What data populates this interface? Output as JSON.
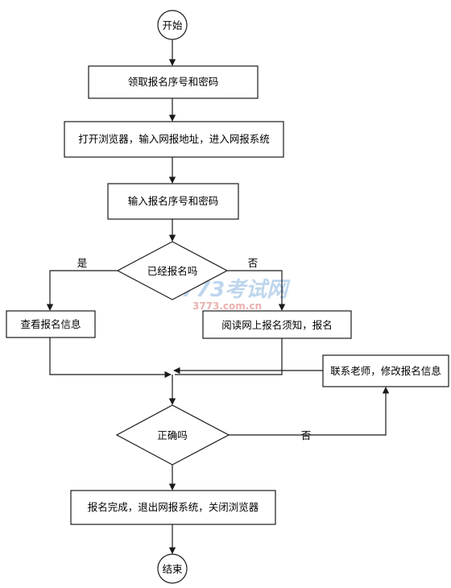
{
  "nodes": {
    "start": "开始",
    "get_credentials": "领取报名序号和密码",
    "open_browser": "打开浏览器，输入网报地址，进入网报系统",
    "enter_credentials": "输入报名序号和密码",
    "already_registered": "已经报名吗",
    "view_info": "查看报名信息",
    "read_notice": "阅读网上报名须知，报名",
    "contact_teacher": "联系老师，修改报名信息",
    "is_correct": "正确吗",
    "finish": "报名完成，退出网报系统，关闭浏览器",
    "end": "结束"
  },
  "edges": {
    "yes": "是",
    "no_registered": "否",
    "no_correct": "否"
  },
  "watermark": {
    "site": "3773考试网",
    "url": "3773.com.cn"
  }
}
